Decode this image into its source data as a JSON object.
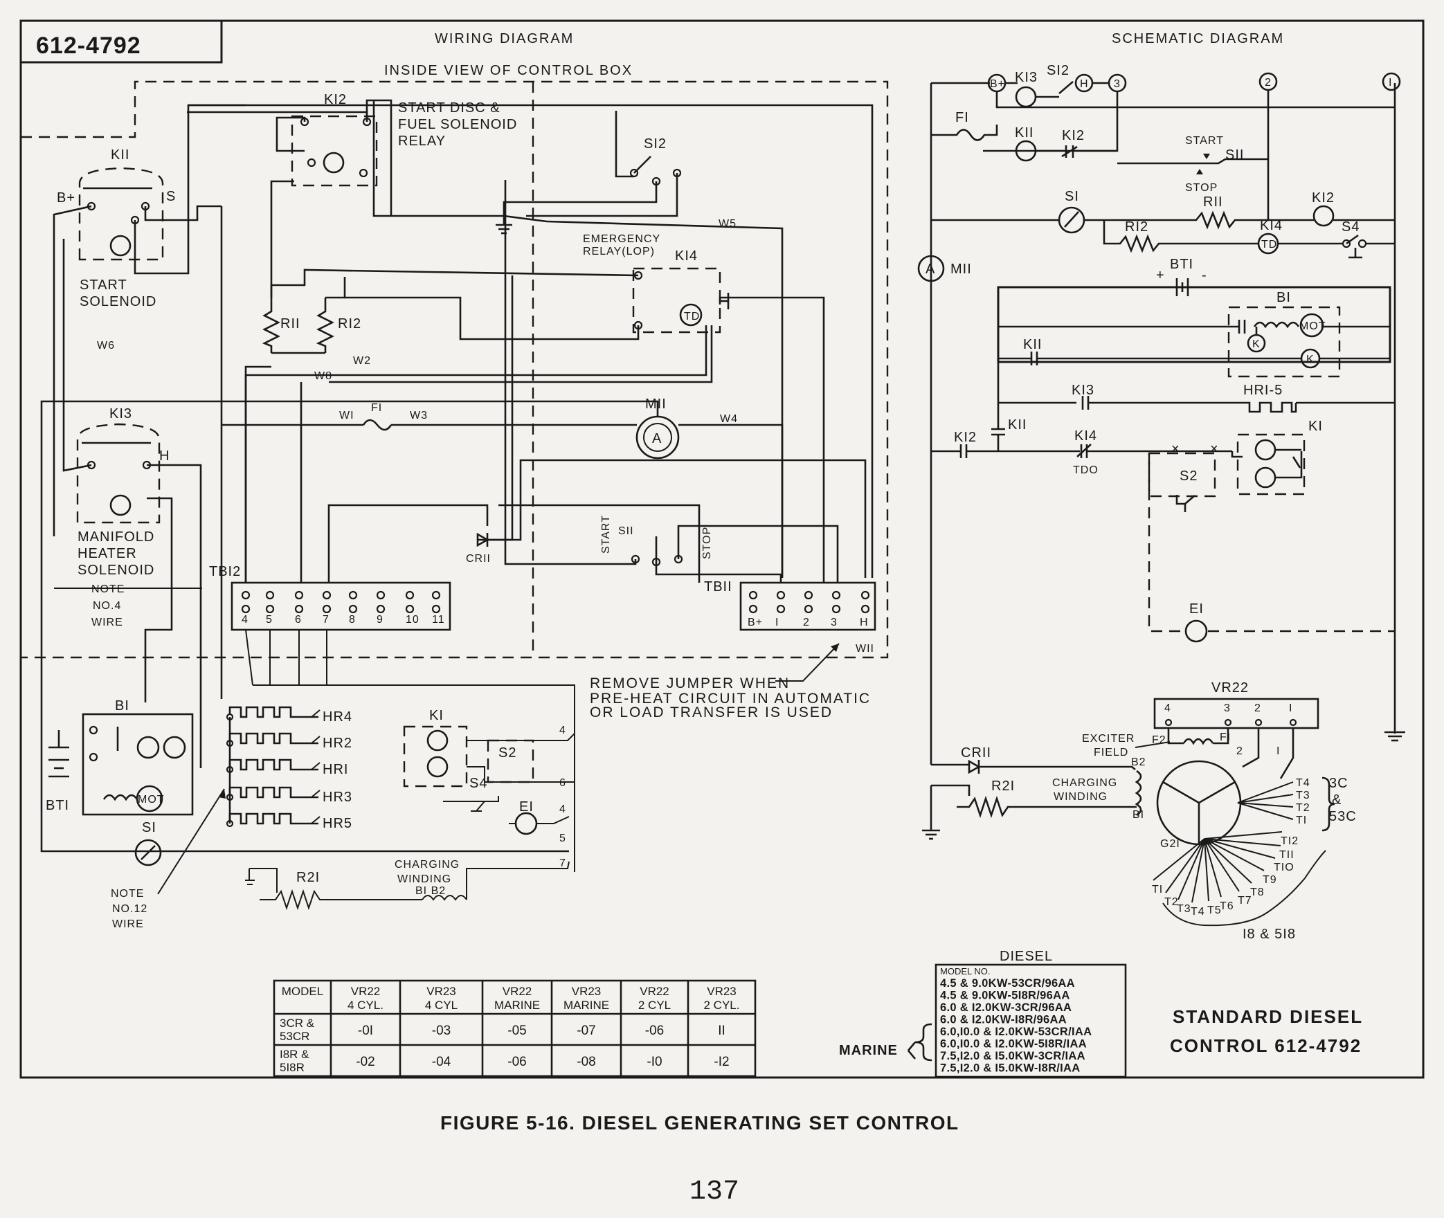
{
  "doc_id": "612-4792",
  "wiring_title": "WIRING DIAGRAM",
  "schematic_title": "SCHEMATIC DIAGRAM",
  "inside_view": "INSIDE VIEW OF CONTROL BOX",
  "caption": "FIGURE 5-16. DIESEL GENERATING SET CONTROL",
  "page_number": "137",
  "standard_line1": "STANDARD DIESEL",
  "standard_line2": "CONTROL 612-4792",
  "jumper_note": [
    "REMOVE JUMPER WHEN",
    "PRE-HEAT CIRCUIT IN AUTOMATIC",
    "OR LOAD TRANSFER IS USED"
  ],
  "wiring": {
    "k11": "KII",
    "k12": "KI2",
    "k12_desc": [
      "START DISC &",
      "FUEL SOLENOID",
      "RELAY"
    ],
    "start_solenoid": [
      "START",
      "SOLENOID"
    ],
    "k13": "KI3",
    "manifold": [
      "MANIFOLD",
      "HEATER",
      "SOLENOID"
    ],
    "note4": [
      "NOTE",
      "NO.4",
      "WIRE"
    ],
    "note12": [
      "NOTE",
      "NO.12",
      "WIRE"
    ],
    "s12": "SI2",
    "emergency": [
      "EMERGENCY",
      "RELAY(LOP)"
    ],
    "k14": "KI4",
    "td": "TD",
    "r11": "RII",
    "r12": "RI2",
    "w1": "WI",
    "w2": "W2",
    "w3": "W3",
    "w4": "W4",
    "w5": "W5",
    "w6": "W6",
    "w8": "W8",
    "w11": "WII",
    "f1": "FI",
    "m11": "MII",
    "ammeter": "A",
    "cr11": "CRII",
    "s11": "SII",
    "start": "START",
    "stop": "STOP",
    "tb12": "TBI2",
    "tb12_terms": [
      "4",
      "5",
      "6",
      "7",
      "8",
      "9",
      "10",
      "11"
    ],
    "tb11": "TBII",
    "tb11_terms": [
      "B+",
      "I",
      "2",
      "3",
      "H"
    ],
    "b_plus": "B+",
    "s": "S",
    "h": "H",
    "b1": "BI",
    "bt1": "BTI",
    "mot": "MOT",
    "s1": "SI",
    "heaters": [
      "HR4",
      "HR2",
      "HRI",
      "HR3",
      "HR5"
    ],
    "k1": "KI",
    "s2": "S2",
    "s4": "S4",
    "e1": "EI",
    "right_nums": [
      "4",
      "6",
      "4",
      "5",
      "7"
    ],
    "r21": "R2I",
    "charging": [
      "CHARGING",
      "WINDING"
    ],
    "b1b2": "BI   B2"
  },
  "schematic": {
    "bplus": "B+",
    "k13": "KI3",
    "s12": "SI2",
    "h": "H",
    "n3": "3",
    "n2": "2",
    "n1": "I",
    "f1": "FI",
    "k11": "KII",
    "k12": "KI2",
    "start": "START",
    "s11": "SII",
    "stop": "STOP",
    "s1": "SI",
    "r11": "RII",
    "r12": "RI2",
    "k14": "KI4",
    "td": "TD",
    "s4": "S4",
    "m11": "MII",
    "a": "A",
    "bt1": "BTI",
    "b1": "BI",
    "mot": "MOT",
    "k": "K",
    "hr15": "HRI-5",
    "tdo": "TDO",
    "s2": "S2",
    "k1": "KI",
    "e1": "EI",
    "vr22": "VR22",
    "vr_terms": [
      "4",
      "3",
      "2",
      "I"
    ],
    "exciter": [
      "EXCITER",
      "FIELD"
    ],
    "f2": "F2",
    "f1b": "FI",
    "b2": "B2",
    "cr11": "CRII",
    "r21": "R2I",
    "charging": [
      "CHARGING",
      "WINDING"
    ],
    "g21": "G2I",
    "t_right": [
      "T4",
      "T3",
      "T2",
      "TI"
    ],
    "models_3c": [
      "3C",
      "&",
      "53C"
    ],
    "t_lower": [
      "TI2",
      "TII",
      "TIO",
      "T9",
      "T8",
      "T7",
      "T6",
      "T5",
      "T4",
      "T3",
      "T2",
      "TI"
    ],
    "models_18": "I8 & 5I8",
    "two": "2",
    "one": "I"
  },
  "model_table": {
    "headers": [
      [
        "MODEL",
        ""
      ],
      [
        "VR22",
        "4 CYL."
      ],
      [
        "VR23",
        "4 CYL"
      ],
      [
        "VR22",
        "MARINE"
      ],
      [
        "VR23",
        "MARINE"
      ],
      [
        "VR22",
        "2 CYL"
      ],
      [
        "VR23",
        "2 CYL."
      ]
    ],
    "rows": [
      {
        "model": [
          "3CR &",
          "53CR"
        ],
        "values": [
          "-0I",
          "-03",
          "-05",
          "-07",
          "-06",
          "II"
        ]
      },
      {
        "model": [
          "I8R &",
          "5I8R"
        ],
        "values": [
          "-02",
          "-04",
          "-06",
          "-08",
          "-I0",
          "-I2"
        ]
      }
    ]
  },
  "diesel_box": {
    "title": "DIESEL",
    "header": "MODEL NO.",
    "lines": [
      "4.5 & 9.0KW-53CR/96AA",
      "4.5 & 9.0KW-5I8R/96AA",
      "6.0 & I2.0KW-3CR/96AA",
      "6.0 & I2.0KW-I8R/96AA",
      "6.0,I0.0 & I2.0KW-53CR/IAA",
      "6.0,I0.0 & I2.0KW-5I8R/IAA",
      "7.5,I2.0 & I5.0KW-3CR/IAA",
      "7.5,I2.0 & I5.0KW-I8R/IAA"
    ],
    "marine": "MARINE"
  }
}
